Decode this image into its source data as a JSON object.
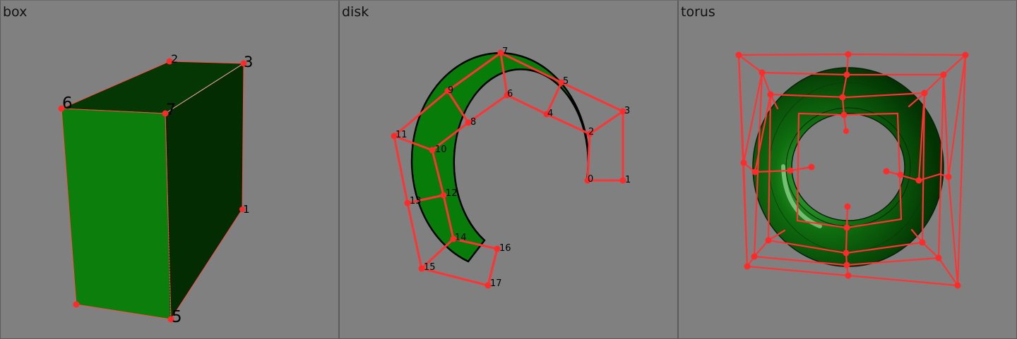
{
  "viewports": [
    {
      "title": "box"
    },
    {
      "title": "disk"
    },
    {
      "title": "torus"
    }
  ],
  "box": {
    "vertex_labels": [
      "1",
      "2",
      "3",
      "5",
      "6",
      "7"
    ]
  },
  "disk": {
    "vertex_labels": [
      "0",
      "1",
      "2",
      "3",
      "4",
      "5",
      "6",
      "7",
      "8",
      "9",
      "10",
      "11",
      "12",
      "13",
      "14",
      "15",
      "16",
      "17"
    ]
  },
  "colors": {
    "background": "#808080",
    "mesh_green": "#0a7d0a",
    "dark_green": "#032a03",
    "control_points": "#ff2a2a"
  }
}
